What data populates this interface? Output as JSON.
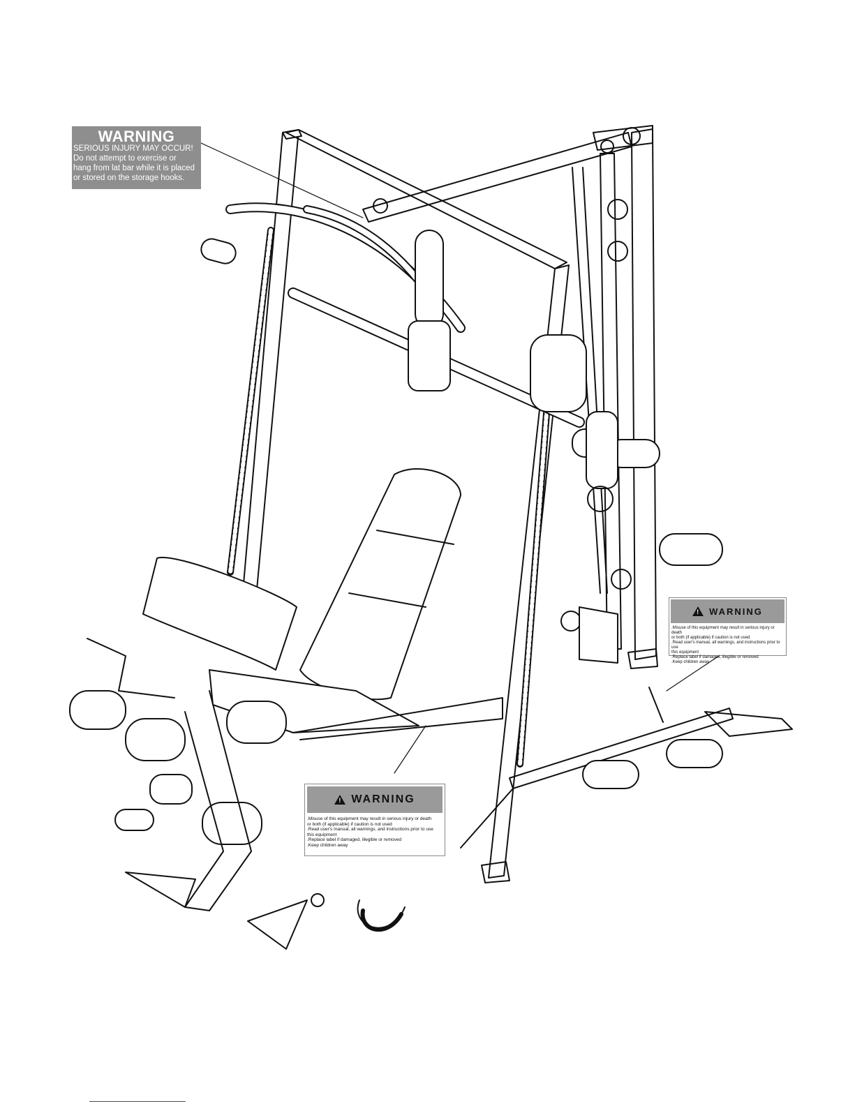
{
  "warning_top": {
    "title": "WARNING",
    "subtitle": "SERIOUS INJURY MAY OCCUR!",
    "lines": [
      "Do not attempt to exercise or",
      "hang from lat bar while it is placed",
      "or stored on the storage hooks."
    ]
  },
  "warning_right": {
    "title": "WARNING",
    "lines": [
      ".Misuse of this equipment may result in serious injury or death",
      "  or both (if applicable) if caution is not used",
      ".Read user's manual, all warnings, and instructions prior to use",
      "  this equipment",
      ".Replace label if damaged, illegible or removed",
      ".Keep children away"
    ]
  },
  "warning_bottom": {
    "title": "WARNING",
    "lines": [
      ".Misuse of this equipment may result in serious injury or death",
      "  or both (if applicable) if caution is not used",
      ".Read user's manual, all warnings, and instructions prior to use",
      "  this equipment",
      ".Replace label if damaged, illegible or removed",
      ".Keep children away"
    ]
  },
  "colors": {
    "line": "#111111",
    "label_gray": "#8e8e8e",
    "background": "#ffffff"
  }
}
